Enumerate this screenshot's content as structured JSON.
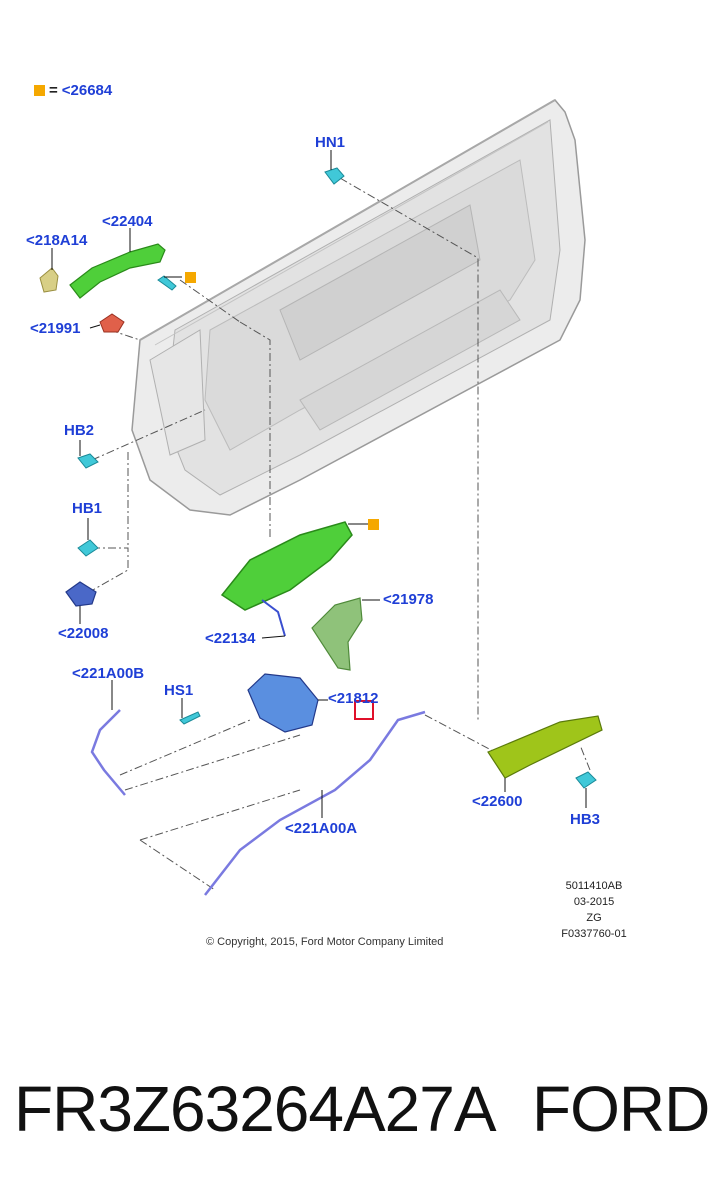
{
  "legend": {
    "symbol_color": "#f5a800",
    "equals": "=",
    "code": "<26684"
  },
  "callouts": {
    "hn1": "HN1",
    "c22404": "<22404",
    "c218a14": "<218A14",
    "c21991": "<21991",
    "hb2": "HB2",
    "hb1": "HB1",
    "c22008": "<22008",
    "c21978": "<21978",
    "c22134": "<22134",
    "c221a00b": "<221A00B",
    "hs1": "HS1",
    "c21812": "<21812",
    "c22600": "<22600",
    "hb3": "HB3",
    "c221a00a": "<221A00A"
  },
  "meta": {
    "line1": "5011410AB",
    "line2": "03-2015",
    "line3": "ZG",
    "line4": "F0337760-01"
  },
  "copyright": "© Copyright, 2015, Ford Motor Company Limited",
  "footer": {
    "part_number": "FR3Z63264A27A",
    "brand": "FORD"
  },
  "colors": {
    "callout": "#1f3fd6",
    "handle_green": "#4fcf3a",
    "bracket_green": "#8fc27a",
    "lock_blue": "#5a8fe0",
    "cable_purple": "#7a7ae0",
    "clip_cyan": "#40c8d8",
    "switch_olive": "#9fc51a",
    "bezel_blue": "#4a68c8",
    "cap_yellow": "#d8cf86",
    "red_part": "#e0604a",
    "highlight_red": "#e0102a"
  }
}
